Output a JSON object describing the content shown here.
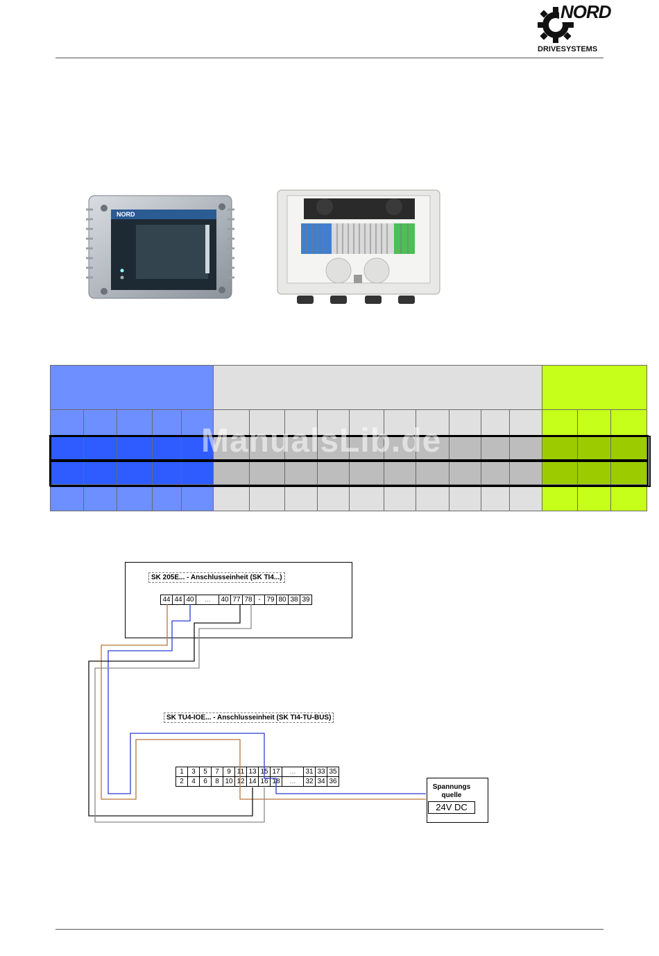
{
  "header": {
    "logo_brand": "NORD",
    "logo_sub": "DRIVESYSTEMS"
  },
  "watermark": "ManualsLib.de",
  "images": {
    "device_left": "NORD",
    "device_left_icon": "display-unit",
    "device_right_icon": "open-terminal-box"
  },
  "colors": {
    "blue_light": "#6e8fff",
    "blue_dark": "#2e5cff",
    "gray_light": "#e0e0e0",
    "gray_dark": "#bdbdbd",
    "green_light": "#c6ff1a",
    "green_dark": "#9ccc00",
    "wire_brown": "#b8743a",
    "wire_blue": "#2a3bd6",
    "wire_black": "#111111",
    "wire_gray": "#8a8a8a"
  },
  "diagram": {
    "top_box_label": "SK 205E... - Anschlusseinheit (SK TI4...)",
    "top_terminals": [
      "44",
      "44",
      "40",
      "...",
      "40",
      "77",
      "78",
      "-",
      "79",
      "80",
      "38",
      "39"
    ],
    "bottom_box_label": "SK TU4-IOE... - Anschlusseinheit (SK TI4-TU-BUS)",
    "bottom_terminals_row1": [
      "1",
      "3",
      "5",
      "7",
      "9",
      "11",
      "13",
      "15",
      "17",
      "...",
      "31",
      "33",
      "35"
    ],
    "bottom_terminals_row2": [
      "2",
      "4",
      "6",
      "8",
      "10",
      "12",
      "14",
      "16",
      "18",
      "...",
      "32",
      "34",
      "36"
    ],
    "supply_label_1": "Spannungs",
    "supply_label_2": "quelle",
    "supply_value": "24V DC"
  }
}
